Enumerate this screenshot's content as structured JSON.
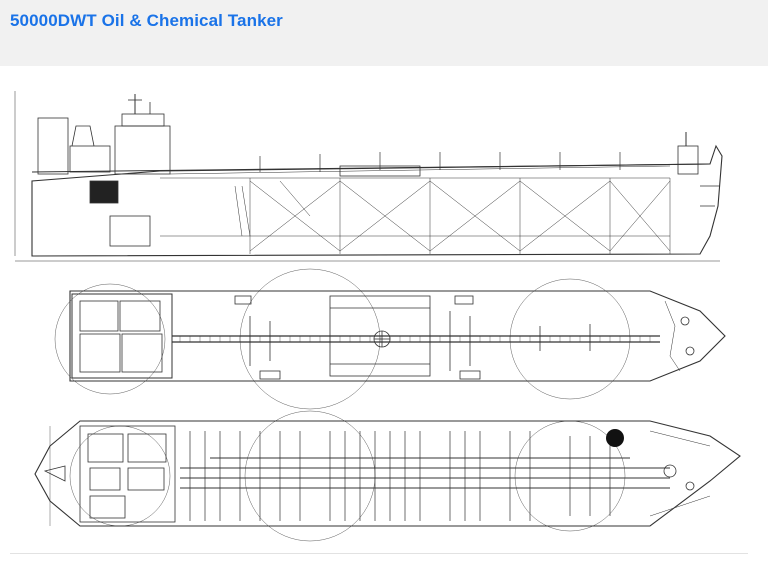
{
  "page": {
    "title": "50000DWT Oil & Chemical Tanker",
    "title_color": "#1a73e8",
    "header_background": "#f1f1f1"
  },
  "drawing": {
    "views": [
      "profile-view",
      "upper-deck-plan",
      "main-deck-plan"
    ],
    "line_color": "#333333",
    "marker_color": "#111111"
  }
}
